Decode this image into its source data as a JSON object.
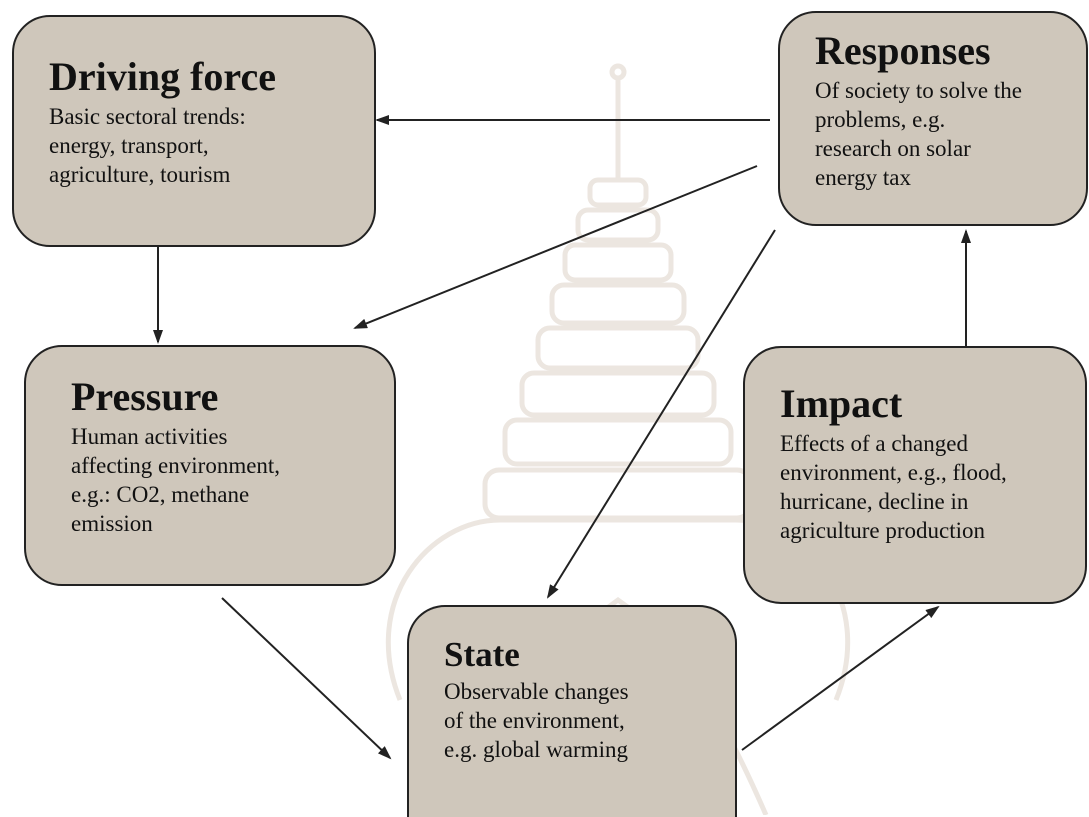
{
  "diagram": {
    "colors": {
      "box_fill": "#cfc7bb",
      "box_border": "#222222",
      "arrow": "#222222",
      "text": "#111111"
    },
    "nodes": {
      "driving_force": {
        "title": "Driving force",
        "lines": [
          "Basic sectoral  trends:",
          "energy, transport,",
          "agriculture, tourism"
        ]
      },
      "responses": {
        "title": "Responses",
        "lines": [
          "Of society to solve the",
          "problems, e.g.",
          "research on solar",
          "energy tax"
        ]
      },
      "pressure": {
        "title": "Pressure",
        "lines": [
          "Human activities",
          "affecting environment,",
          "e.g.: CO2, methane",
          "emission"
        ]
      },
      "impact": {
        "title": "Impact",
        "lines": [
          "Effects of a changed",
          "environment, e.g., flood,",
          "hurricane, decline in",
          "agriculture production"
        ]
      },
      "state": {
        "title": "State",
        "lines": [
          "Observable changes",
          "of the environment,",
          "e.g. global warming"
        ]
      }
    },
    "edges": [
      {
        "from": "responses",
        "to": "driving_force"
      },
      {
        "from": "responses",
        "to": "pressure"
      },
      {
        "from": "responses",
        "to": "state"
      },
      {
        "from": "driving_force",
        "to": "pressure"
      },
      {
        "from": "pressure",
        "to": "state"
      },
      {
        "from": "state",
        "to": "impact"
      },
      {
        "from": "impact",
        "to": "responses"
      }
    ]
  }
}
